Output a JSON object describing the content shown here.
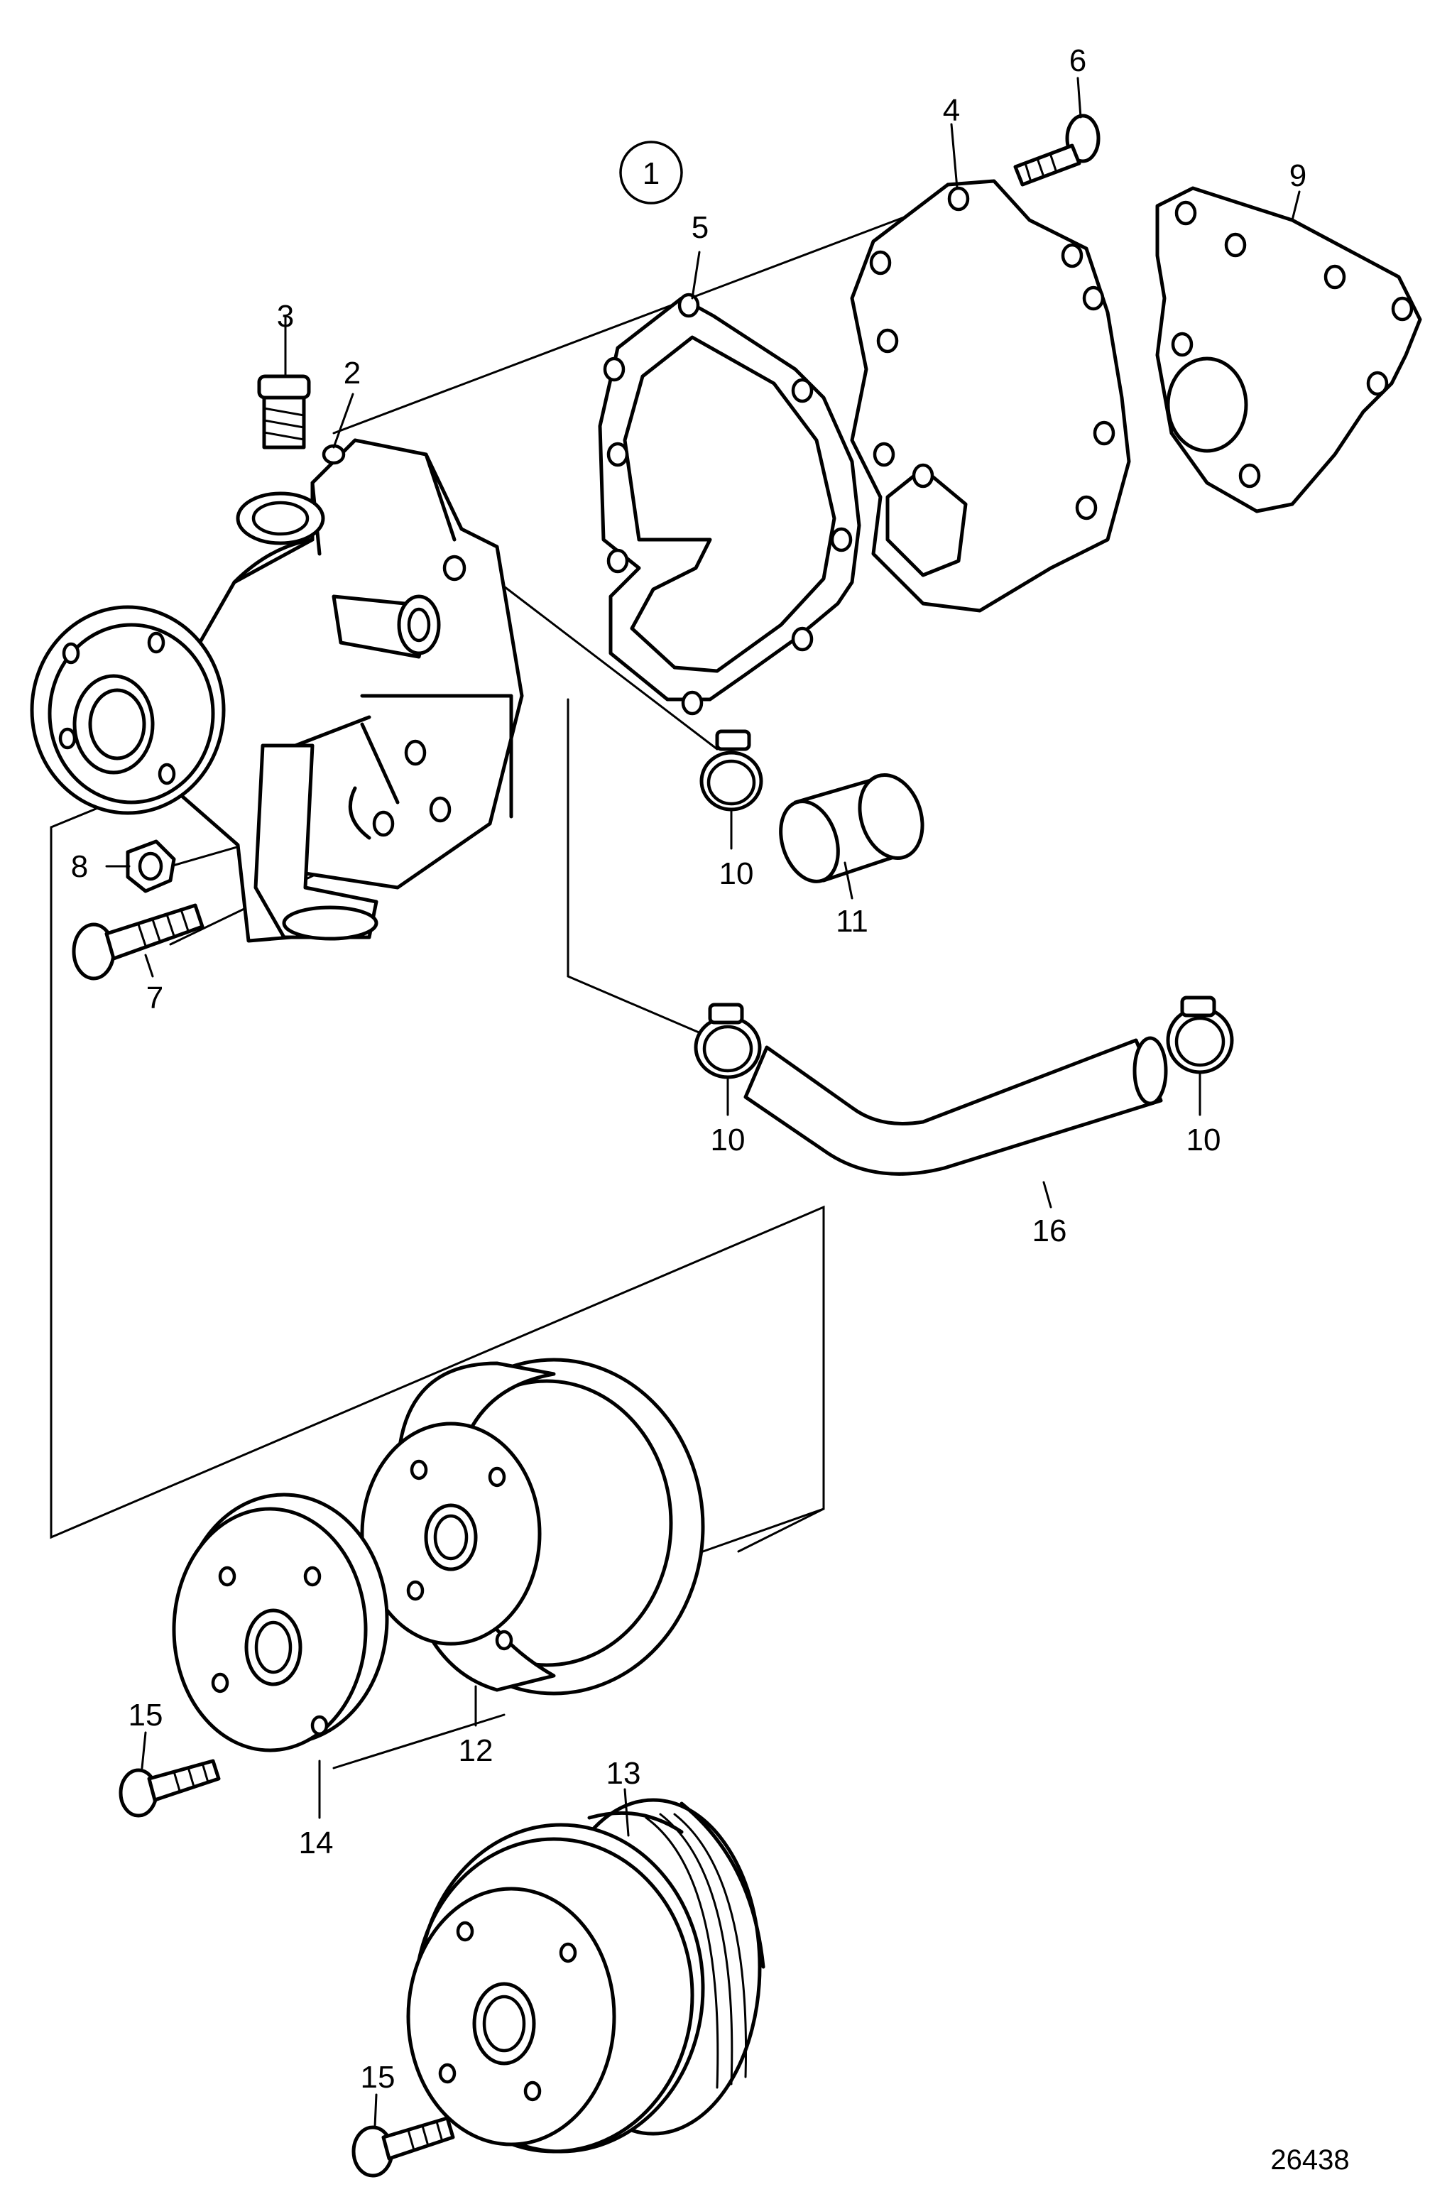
{
  "diagram": {
    "group_marker": "1",
    "reference_number": "26438",
    "callouts": [
      {
        "id": "c1",
        "text": "2"
      },
      {
        "id": "c2",
        "text": "3"
      },
      {
        "id": "c3",
        "text": "4"
      },
      {
        "id": "c4",
        "text": "5"
      },
      {
        "id": "c5",
        "text": "6"
      },
      {
        "id": "c6",
        "text": "7"
      },
      {
        "id": "c7",
        "text": "8"
      },
      {
        "id": "c8",
        "text": "9"
      },
      {
        "id": "c9",
        "text": "10"
      },
      {
        "id": "c10",
        "text": "10"
      },
      {
        "id": "c11",
        "text": "10"
      },
      {
        "id": "c12",
        "text": "11"
      },
      {
        "id": "c13",
        "text": "12"
      },
      {
        "id": "c14",
        "text": "13"
      },
      {
        "id": "c15",
        "text": "14"
      },
      {
        "id": "c16",
        "text": "15"
      },
      {
        "id": "c17",
        "text": "15"
      },
      {
        "id": "c18",
        "text": "16"
      }
    ]
  }
}
